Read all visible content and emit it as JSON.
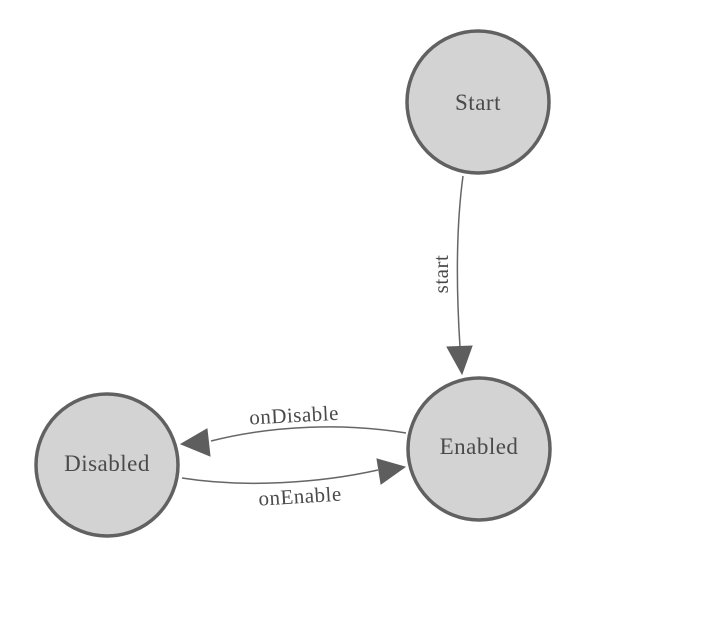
{
  "diagram": {
    "type": "state-machine",
    "nodes": [
      {
        "id": "start",
        "label": "Start"
      },
      {
        "id": "enabled",
        "label": "Enabled"
      },
      {
        "id": "disabled",
        "label": "Disabled"
      }
    ],
    "edges": [
      {
        "id": "start-transition",
        "label": "start",
        "from": "Start",
        "to": "Enabled"
      },
      {
        "id": "on-disable-transition",
        "label": "onDisable",
        "from": "Enabled",
        "to": "Disabled"
      },
      {
        "id": "on-enable-transition",
        "label": "onEnable",
        "from": "Disabled",
        "to": "Enabled"
      }
    ]
  },
  "colors": {
    "canvas-bg": "#ffffff",
    "node-fill": "#d3d3d3",
    "node-stroke": "#616161",
    "edge-line": "#666666",
    "arrow-fill": "#5e5e5e",
    "label-text": "#4a4a4a"
  }
}
